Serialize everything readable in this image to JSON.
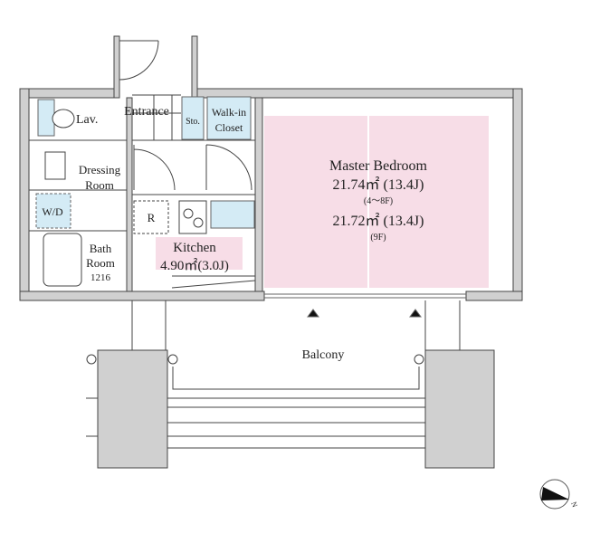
{
  "colors": {
    "wall": "#d0d0d0",
    "line": "#444444",
    "bedroom": "#f7dde7",
    "fixture": "#d4ebf5"
  },
  "rooms": {
    "lav": "Lav.",
    "entrance": "Entrance",
    "storage": "Sto.",
    "walk_in_closet": [
      "Walk-in",
      "Closet"
    ],
    "dressing_room": [
      "Dressing",
      "Room"
    ],
    "washer_dryer": "W/D",
    "bath_room": [
      "Bath",
      "Room",
      "1216"
    ],
    "refrigerator": "R",
    "kitchen": {
      "name": "Kitchen",
      "area": "4.90㎡(3.0J)"
    },
    "master_bedroom": {
      "name": "Master Bedroom",
      "area_1": "21.74㎡ (13.4J)",
      "floors_1": "(4～8F)",
      "area_2": "21.72㎡ (13.4J)",
      "floors_2": "(9F)"
    },
    "balcony": "Balcony"
  },
  "compass": {
    "label": "N"
  }
}
